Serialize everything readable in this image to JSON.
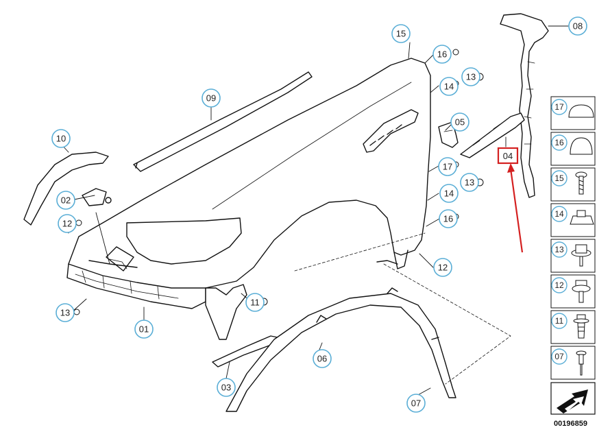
{
  "diagram": {
    "catalog_number": "00196859",
    "highlighted_part": "04",
    "highlight_color": "#d42020",
    "callout_circle_color": "#5aaed6",
    "callouts": {
      "c15": "15",
      "c16a": "16",
      "c14a": "14",
      "c13a": "13",
      "c08": "08",
      "c09": "09",
      "c05": "05",
      "c04": "04",
      "c17": "17",
      "c14b": "14",
      "c13b": "13",
      "c16b": "16",
      "c10": "10",
      "c02": "02",
      "c12a": "12",
      "c12b": "12",
      "c11": "11",
      "c13c": "13",
      "c01": "01",
      "c06": "06",
      "c03": "03",
      "c07": "07"
    },
    "legend": [
      {
        "num": "17",
        "icon": "cap-flat-icon"
      },
      {
        "num": "16",
        "icon": "cap-dome-icon"
      },
      {
        "num": "15",
        "icon": "screw-icon"
      },
      {
        "num": "14",
        "icon": "clip-nut-icon"
      },
      {
        "num": "13",
        "icon": "hex-nut-washer-icon"
      },
      {
        "num": "12",
        "icon": "hex-bolt-washer-icon"
      },
      {
        "num": "11",
        "icon": "expansion-rivet-icon"
      },
      {
        "num": "07",
        "icon": "plastic-rivet-icon"
      }
    ]
  }
}
